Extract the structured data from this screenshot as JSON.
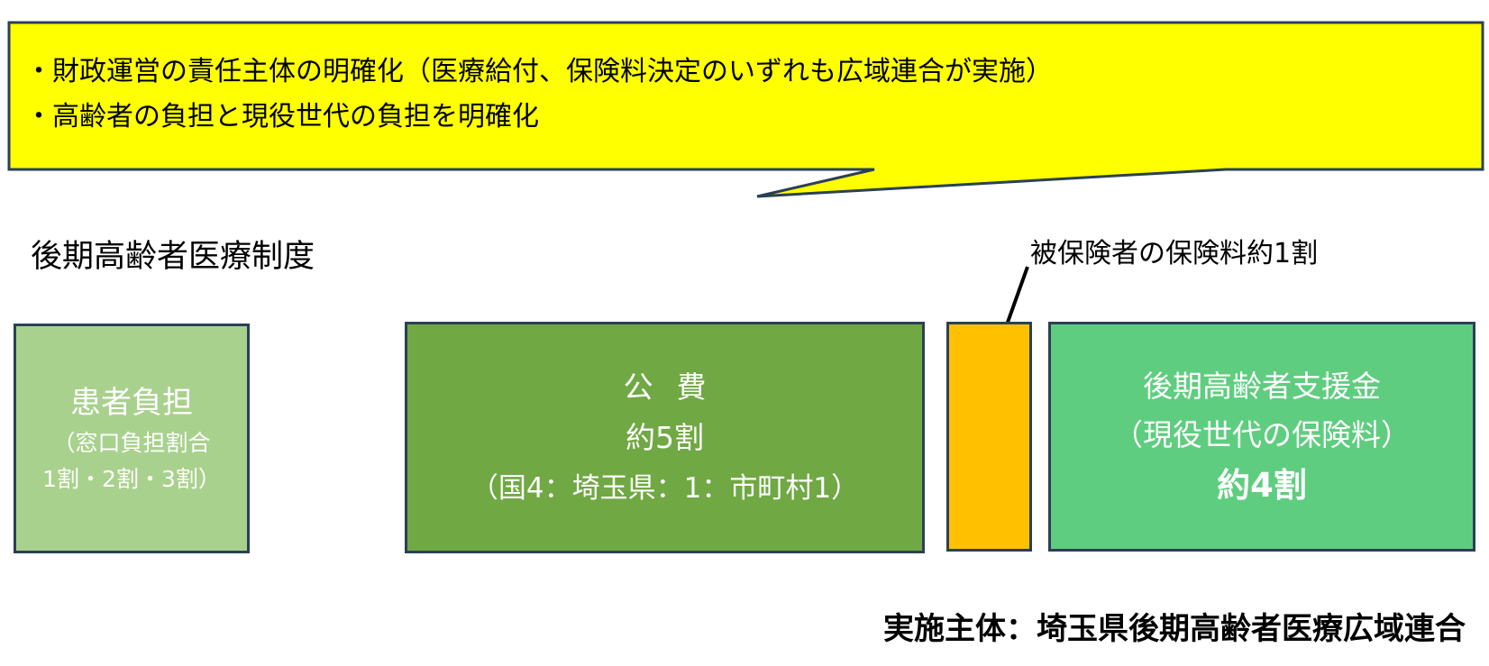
{
  "callout": {
    "line1": "・財政運営の責任主体の明確化（医療給付、保険料決定のいずれも広域連合が実施）",
    "line2": "・高齢者の負担と現役世代の負担を明確化"
  },
  "system_title": "後期高齢者医療制度",
  "premium_label": "被保険者の保険料約1割",
  "boxes": {
    "patient": {
      "line1": "患者負担",
      "line2": "（窓口負担割合",
      "line3": "1割・2割・3割）",
      "color": "#a9d18e"
    },
    "public": {
      "line1": "公費",
      "line2": "約5割",
      "line3": "（国4：埼玉県：1：市町村1）",
      "color": "#70a844"
    },
    "premium": {
      "color": "#ffc000"
    },
    "support": {
      "line1": "後期高齢者支援金",
      "line2": "（現役世代の保険料）",
      "line3": "約4割",
      "color": "#5fcd7f"
    }
  },
  "implementer": "実施主体：埼玉県後期高齢者医療広域連合",
  "colors": {
    "callout_fill": "#ffff00",
    "border": "#2b4055"
  }
}
